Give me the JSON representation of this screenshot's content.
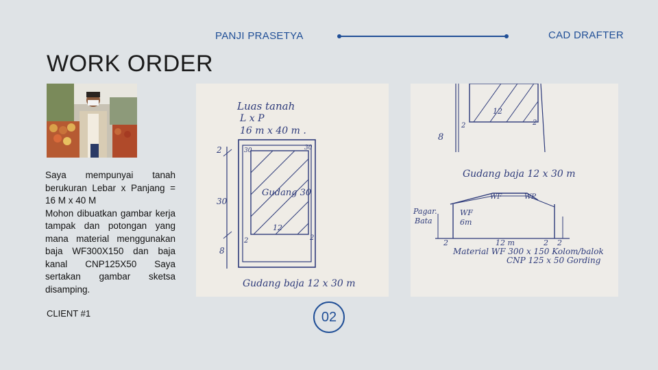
{
  "header": {
    "author": "PANJI PRASETYA",
    "role": "CAD DRAFTER",
    "accent_color": "#1f4e96"
  },
  "title": "WORK ORDER",
  "client_photo": {
    "icon": "person-with-mask-at-market-photo"
  },
  "description": {
    "lines": [
      "Saya mempunyai tanah berukuran Lebar x Panjang = 16 M x 40 M",
      "Mohon dibuatkan gambar kerja tampak dan potongan yang mana material menggunakan baja WF300X150 dan baja kanal CNP125X50 Saya sertakan gambar sketsa disamping."
    ]
  },
  "client_label": "CLIENT #1",
  "page_number": "02",
  "sketch1": {
    "luas": "Luas tanah",
    "lp": "L x P",
    "dims": "16 m x 40 m .",
    "gudang": "Gudang 30",
    "left_top": "2",
    "left_mid": "30",
    "left_bottom": "8",
    "corner_tl": "30",
    "corner_tr": "30",
    "inner_bottom": "12",
    "inner_left": "2",
    "inner_right": "2",
    "caption": "Gudang baja 12 x 30 m"
  },
  "sketch2": {
    "top_center": "12",
    "top_left": "2",
    "top_right": "2",
    "left_eight": "8",
    "caption": "Gudang baja 12 x 30 m",
    "wf_left": "WF",
    "wf_right": "WP",
    "pagar1": "Pagar.",
    "pagar2": "Bata",
    "wf_col": "WF",
    "wf_height": "6m",
    "dim_left": "2",
    "dim_center": "12 m",
    "dim_right": "2",
    "dim_right2": "2",
    "material1": "Material WF 300 x 150 Kolom/balok",
    "material2": "CNP 125 x 50 Gording"
  }
}
